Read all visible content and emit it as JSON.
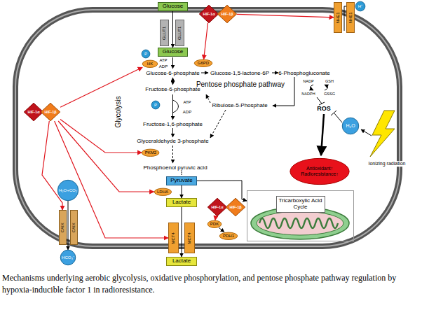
{
  "diagram": {
    "caption": "Mechanisms underlying aerobic glycolysis, oxidative phosphorylation, and pentose phosphate pathway regulation by hypoxia-inducible factor 1 in radioresistance.",
    "nodes": [
      {
        "text": [
          "Glucose"
        ]
      },
      {
        "text": [
          "GLUT1"
        ]
      },
      {
        "text": [
          "GLUT1"
        ]
      },
      {
        "text": [
          "Glucose"
        ]
      },
      {
        "text": [
          "P"
        ]
      },
      {
        "text": [
          "HK"
        ]
      },
      {
        "text": [
          "HIF-1α"
        ]
      },
      {
        "text": [
          "HIF-1β"
        ]
      },
      {
        "text": [
          "G6PD"
        ]
      },
      {
        "text": [
          "H⁺"
        ]
      },
      {
        "text": [
          "NHE1"
        ]
      },
      {
        "text": [
          "NHE1"
        ]
      },
      {
        "text": [
          "HIF-1α"
        ]
      },
      {
        "text": [
          "HIF-1β"
        ]
      },
      {
        "text": [
          "P"
        ]
      },
      {
        "text": [
          "PKM2"
        ]
      },
      {
        "text": [
          "H₂O"
        ]
      },
      {
        "text": [
          "Antioxidant↑ Radioresistance↑"
        ]
      },
      {
        "text": [
          "HIF-1α"
        ]
      },
      {
        "text": [
          "HIF-1β"
        ]
      },
      {
        "text": [
          "PDK"
        ]
      },
      {
        "text": [
          "PDH1"
        ]
      },
      {
        "text": [
          "Pyruvate"
        ]
      },
      {
        "text": [
          "LDHA"
        ]
      },
      {
        "text": [
          "Lactate"
        ]
      },
      {
        "text": [
          "H₂O+CO₂"
        ]
      },
      {
        "text": [
          "CAIX"
        ]
      },
      {
        "text": [
          "CAIX"
        ]
      },
      {
        "text": [
          "MCT4"
        ]
      },
      {
        "text": [
          "MCT4"
        ]
      },
      {
        "text": [
          "Tricarboxylic Acid Cycle"
        ]
      },
      {
        "text": [
          "HCO₃⁻"
        ]
      },
      {
        "text": [
          "Lactate"
        ]
      }
    ],
    "edges": [
      {
        "from": 0,
        "to": 3,
        "arrow": "to"
      },
      {
        "from": 13,
        "to": 5,
        "arrow": "to"
      },
      {
        "from": 13,
        "to": 15,
        "arrow": "to"
      },
      {
        "from": 13,
        "to": 23,
        "arrow": "to"
      },
      {
        "from": 13,
        "to": 28,
        "arrow": "to"
      },
      {
        "from": 13,
        "to": 26,
        "arrow": "to"
      },
      {
        "from": 6,
        "to": 8,
        "arrow": "to"
      },
      {
        "from": 7,
        "to": 10,
        "arrow": "to"
      },
      {
        "from": 18,
        "to": 20,
        "arrow": "to"
      },
      {
        "from": 20,
        "to": 21,
        "arrow": "to"
      },
      {
        "from": 22,
        "to": 24,
        "arrow": "to"
      },
      {
        "from": 22,
        "to": 30,
        "arrow": "to"
      },
      {
        "from": 24,
        "to": 32,
        "arrow": "to"
      },
      {
        "from": 25,
        "to": 31,
        "arrow": "to"
      }
    ],
    "labels": [
      "Glucose-6-phosphate",
      "Glucose-1,5-lactone-6P",
      "6-Phosphogluconate",
      "Pentose phosphate pathway",
      "NADP",
      "GSH",
      "NADPH",
      "GSSG",
      "ROS",
      "ATP",
      "ADP",
      "Fructose-6-phosphate",
      "ATP",
      "ADP",
      "Fructose-1,6-phosphate",
      "Glycolysis",
      "Ribulose-5-Phosphate",
      "Glyceraldehyde 3-phosphate",
      "Phosphoenol pyruvic acid",
      "Ionizing radiation"
    ]
  }
}
